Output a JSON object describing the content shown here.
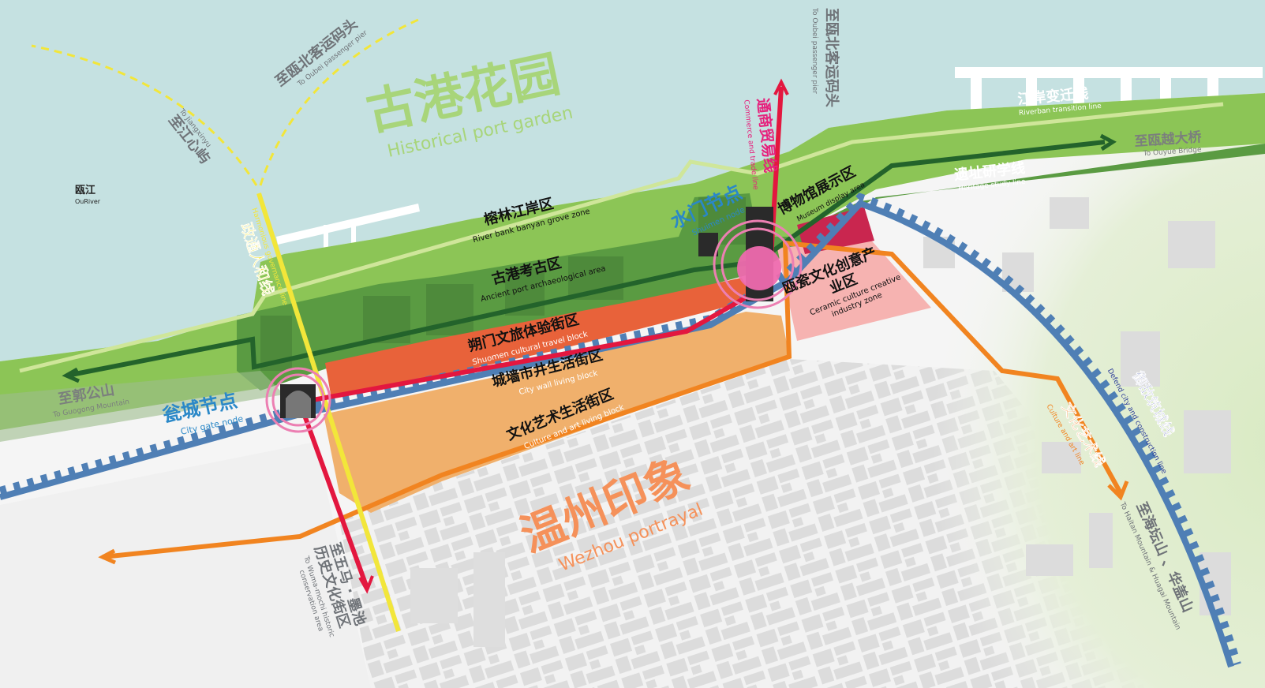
{
  "colors": {
    "water": "#c5e1e1",
    "green": "#8cc556",
    "dark_green": "#4e8a3b",
    "trail_dark": "#23632b",
    "trail_light": "#cfe69a",
    "yellow": "#f2e63a",
    "red": "#e3173f",
    "blue": "#4f7fb5",
    "orange": "#f18420",
    "shuomen_block": "#e8623a",
    "culture_block": "#f0b06c",
    "ceramic_zone": "#f6b3b1",
    "museum": "#c9264f",
    "node_ring": "#ec7fb2"
  },
  "river": {
    "zh": "瓯江",
    "en": "OuRiver"
  },
  "titles": {
    "garden": {
      "zh": "古港花园",
      "en": "Historical port garden"
    },
    "wenzhou": {
      "zh": "温州印象",
      "en": "Wezhou portrayal"
    }
  },
  "zones": [
    {
      "zh": "榕林江岸区",
      "en": "River bank banyan grove  zone"
    },
    {
      "zh": "古港考古区",
      "en": "Ancient port archaeological area"
    },
    {
      "zh": "朔门文旅体验街区",
      "en": "Shuomen cultural travel block"
    },
    {
      "zh": "城墙市井生活街区",
      "en": "City wall living block"
    },
    {
      "zh": "文化艺术生活街区",
      "en": "Culture and art living block"
    },
    {
      "zh": "博物馆展示区",
      "en": "Museum display area"
    },
    {
      "zh1": "瓯瓷文化创意产",
      "zh2": "业区",
      "en1": "Ceramic culture creative",
      "en2": "industry zone"
    }
  ],
  "nodes": [
    {
      "zh": "瓮城节点",
      "en": "City gate node"
    },
    {
      "zh": "水门节点",
      "en": "Shuimen node"
    }
  ],
  "lines": [
    {
      "zh": "政通人和线",
      "en": "Harmonious governance line"
    },
    {
      "zh": "通商贸易线",
      "en": "Commerce and trade line"
    },
    {
      "zh": "江岸变迁线",
      "en": "Riverban transition line"
    },
    {
      "zh": "遗址研学线",
      "en": "Heritage study line"
    },
    {
      "zh": "御敌筑城线",
      "en": "Defend city and construction line"
    },
    {
      "zh": "文化艺术线",
      "en": "Culture and art line"
    }
  ],
  "destinations": [
    {
      "zh": "至瓯北客运码头",
      "en": "To Oubei passenger pier"
    },
    {
      "zh": "至江心屿",
      "en": "To Jiangxinyu"
    },
    {
      "zh": "至瓯北客运码头",
      "en": "To Oubei passenger pier"
    },
    {
      "zh": "至瓯越大桥",
      "en": "To Ouyue Bridge"
    },
    {
      "zh": "至郭公山",
      "en": "To Guogong Mountain"
    },
    {
      "zh": "至五马 · 墨池历史文化街区",
      "en1": "To Wuma-mochi historic",
      "en2": "conservation area"
    },
    {
      "zh": "至海坛山 、华盖山",
      "en": "To Haitan Mountain & Huagai Mountain"
    }
  ]
}
